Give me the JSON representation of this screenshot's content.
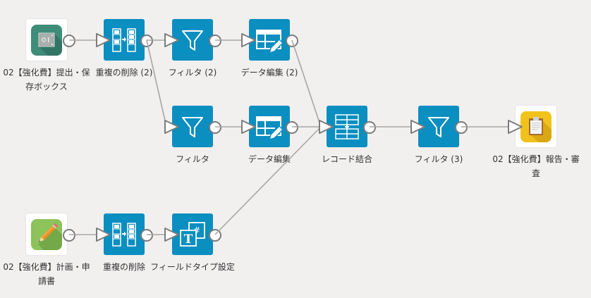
{
  "diagram": {
    "colors": {
      "background": "#f2efef",
      "node_fill": "#0b8ec0",
      "wire": "#a6a6a6",
      "port_stroke": "#7c7c7c",
      "label_text": "#333333"
    },
    "nodes": [
      {
        "id": "start1",
        "type": "source",
        "icon": "safe-box-icon",
        "label": "02【強化費】提出・保存ボックス"
      },
      {
        "id": "dedup2",
        "type": "process",
        "icon": "dedupe-icon",
        "label": "重複の削除 (2)"
      },
      {
        "id": "filter2",
        "type": "process",
        "icon": "filter-icon",
        "label": "フィルタ (2)"
      },
      {
        "id": "edit2",
        "type": "process",
        "icon": "table-edit-icon",
        "label": "データ編集 (2)"
      },
      {
        "id": "filter1",
        "type": "process",
        "icon": "filter-icon",
        "label": "フィルタ"
      },
      {
        "id": "edit1",
        "type": "process",
        "icon": "table-edit-icon",
        "label": "データ編集"
      },
      {
        "id": "join",
        "type": "process",
        "icon": "record-join-icon",
        "label": "レコード結合"
      },
      {
        "id": "filter3",
        "type": "process",
        "icon": "filter-icon",
        "label": "フィルタ (3)"
      },
      {
        "id": "end",
        "type": "sink",
        "icon": "clipboard-icon",
        "label": "02【強化費】報告・審査"
      },
      {
        "id": "start2",
        "type": "source",
        "icon": "pencil-icon",
        "label": "02【強化費】計画・申請書"
      },
      {
        "id": "dedup1",
        "type": "process",
        "icon": "dedupe-icon",
        "label": "重複の削除"
      },
      {
        "id": "fieldtype",
        "type": "process",
        "icon": "field-type-icon",
        "label": "フィールドタイプ設定"
      }
    ],
    "edges": [
      {
        "from": "start1",
        "to": "dedup2"
      },
      {
        "from": "dedup2",
        "to": "filter2"
      },
      {
        "from": "dedup2",
        "to": "filter1"
      },
      {
        "from": "filter2",
        "to": "edit2"
      },
      {
        "from": "edit2",
        "to": "join"
      },
      {
        "from": "filter1",
        "to": "edit1"
      },
      {
        "from": "edit1",
        "to": "join"
      },
      {
        "from": "start2",
        "to": "dedup1"
      },
      {
        "from": "dedup1",
        "to": "fieldtype"
      },
      {
        "from": "fieldtype",
        "to": "join"
      },
      {
        "from": "join",
        "to": "filter3"
      },
      {
        "from": "filter3",
        "to": "end"
      }
    ]
  }
}
